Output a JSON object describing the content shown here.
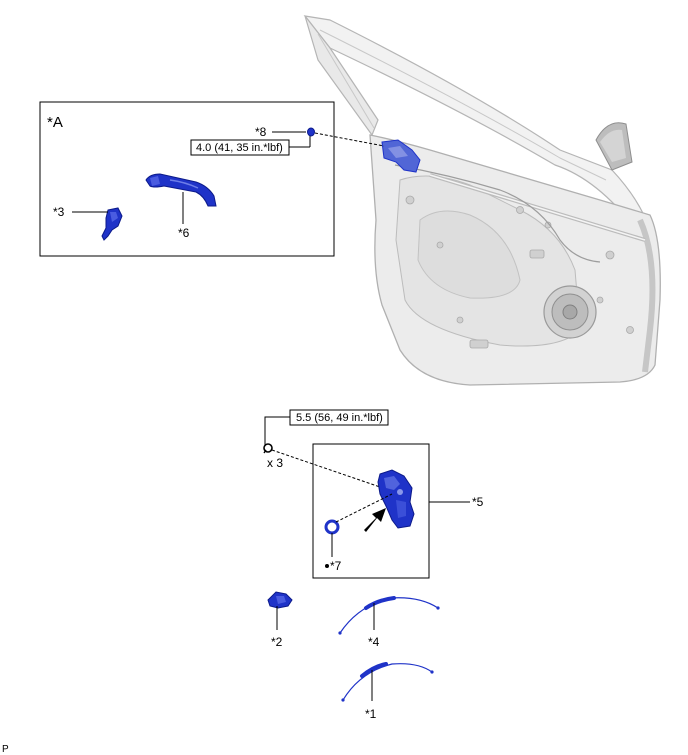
{
  "diagram": {
    "inset_label": "*A",
    "torque_upper": "4.0 (41, 35 in.*lbf)",
    "torque_lower": "5.5 (56, 49 in.*lbf)",
    "qty": "x 3",
    "parts": {
      "p1": "*1",
      "p2": "*2",
      "p3": "*3",
      "p4": "*4",
      "p5": "*5",
      "p6": "*6",
      "p7": "*7",
      "p8": "*8"
    },
    "corner_code": "P",
    "colors": {
      "part_blue": "#1f33c8",
      "outline": "#000000",
      "door_fill": "#eeeeee",
      "door_edge": "#b8b8b8"
    }
  }
}
